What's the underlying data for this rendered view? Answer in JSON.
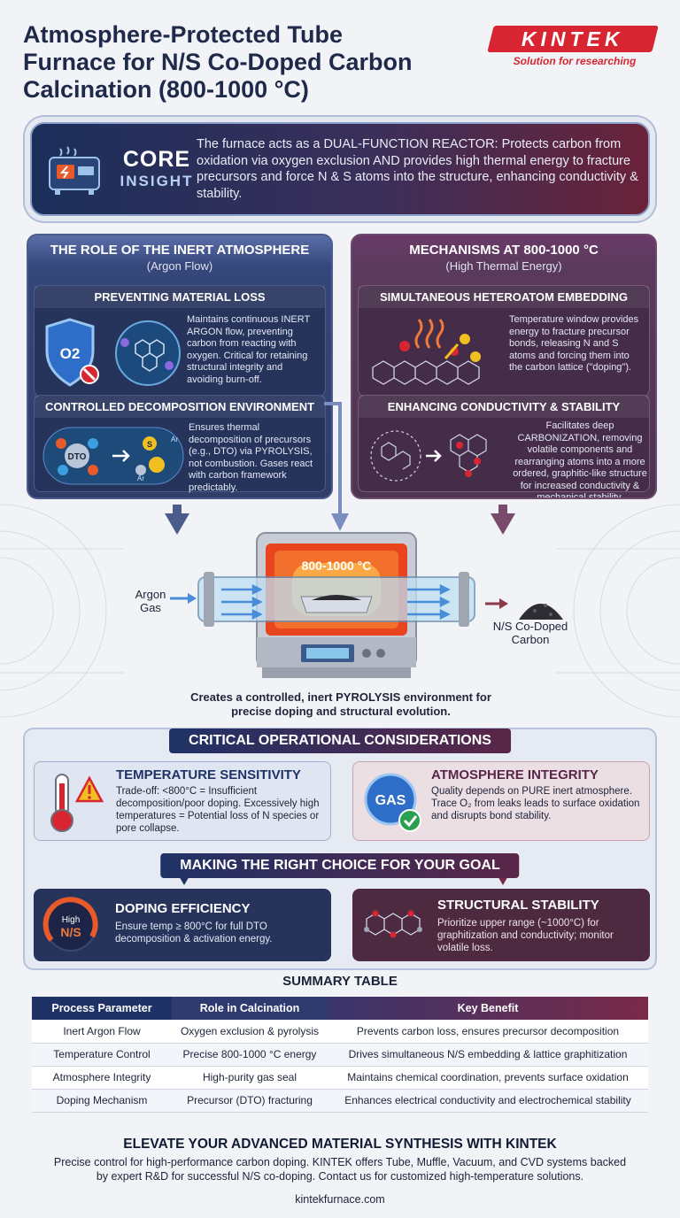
{
  "title": "Atmosphere-Protected Tube\nFurnace for N/S Co-Doped Carbon\nCalcination (800-1000 °C)",
  "logo": {
    "brand": "KINTEK",
    "tagline": "Solution for researching"
  },
  "core": {
    "label_a": "CORE",
    "label_b": "INSIGHT",
    "text": "The furnace acts as a DUAL-FUNCTION REACTOR: Protects carbon from oxidation via oxygen exclusion AND provides high thermal energy to fracture precursors and force N & S atoms into the structure, enhancing conductivity & stability."
  },
  "left_panel": {
    "title": "THE ROLE OF THE INERT ATMOSPHERE",
    "subtitle": "(Argon Flow)",
    "card1": {
      "title": "PREVENTING MATERIAL LOSS",
      "o2": "O2",
      "text": "Maintains continuous INERT ARGON flow, preventing carbon from reacting with oxygen. Critical for retaining structural integrity and avoiding burn-off."
    },
    "card2": {
      "title": "CONTROLLED DECOMPOSITION ENVIRONMENT",
      "dto": "DTO",
      "ar": "Ar",
      "s": "S",
      "text": "Ensures thermal decomposition of precursors (e.g., DTO) via PYROLYSIS, not combustion. Gases react with carbon framework predictably."
    }
  },
  "right_panel": {
    "title": "MECHANISMS AT 800-1000 °C",
    "subtitle": "(High Thermal Energy)",
    "card1": {
      "title": "SIMULTANEOUS HETEROATOM EMBEDDING",
      "text": "Temperature window provides energy to fracture precursor bonds, releasing N and S atoms and forcing them into the carbon lattice (\"doping\")."
    },
    "card2": {
      "title": "ENHANCING CONDUCTIVITY & STABILITY",
      "text": "Facilitates deep CARBONIZATION, removing volatile components and rearranging atoms into a more ordered, graphitic-like structure for increased conductivity & mechanical stability."
    }
  },
  "furnace": {
    "temp_label": "800-1000 °C",
    "argon_label": "Argon Gas",
    "output_label": "N/S Co-Doped Carbon",
    "caption": "Creates a controlled, inert PYROLYSIS environment for precise doping and structural evolution."
  },
  "considerations": {
    "title": "CRITICAL OPERATIONAL CONSIDERATIONS",
    "temp": {
      "title": "TEMPERATURE SENSITIVITY",
      "text": "Trade-off: <800°C = Insufficient decomposition/poor doping. Excessively high temperatures = Potential loss of N species or pore collapse."
    },
    "atm": {
      "title": "ATMOSPHERE INTEGRITY",
      "gas": "GAS",
      "text": "Quality depends on PURE inert atmosphere. Trace O₂ from leaks leads to surface oxidation and disrupts bond stability."
    }
  },
  "choice": {
    "title": "MAKING THE RIGHT CHOICE FOR YOUR GOAL",
    "doping": {
      "title": "DOPING EFFICIENCY",
      "gauge_high": "High",
      "gauge_ns": "N/S",
      "text": "Ensure temp ≥ 800°C for full DTO decomposition & activation energy."
    },
    "structural": {
      "title": "STRUCTURAL STABILITY",
      "text": "Prioritize upper range (~1000°C) for graphitization and conductivity; monitor volatile loss."
    }
  },
  "summary": {
    "title": "SUMMARY TABLE",
    "headers": [
      "Process Parameter",
      "Role in Calcination",
      "Key Benefit"
    ],
    "rows": [
      [
        "Inert Argon Flow",
        "Oxygen exclusion & pyrolysis",
        "Prevents carbon loss, ensures precursor decomposition"
      ],
      [
        "Temperature Control",
        "Precise 800-1000 °C energy",
        "Drives simultaneous N/S embedding & lattice graphitization"
      ],
      [
        "Atmosphere Integrity",
        "High-purity gas seal",
        "Maintains chemical coordination, prevents surface oxidation"
      ],
      [
        "Doping Mechanism",
        "Precursor (DTO) fracturing",
        "Enhances electrical conductivity and electrochemical stability"
      ]
    ]
  },
  "footer": {
    "headline": "ELEVATE YOUR ADVANCED MATERIAL SYNTHESIS WITH KINTEK",
    "body": "Precise control for high-performance carbon doping. KINTEK offers Tube, Muffle, Vacuum, and CVD systems backed by expert R&D for successful N/S co-doping. Contact us for customized high-temperature solutions.",
    "url": "kintekfurnace.com"
  },
  "colors": {
    "brand_red": "#d72631",
    "navy": "#1f3266",
    "plum": "#5a2648"
  }
}
